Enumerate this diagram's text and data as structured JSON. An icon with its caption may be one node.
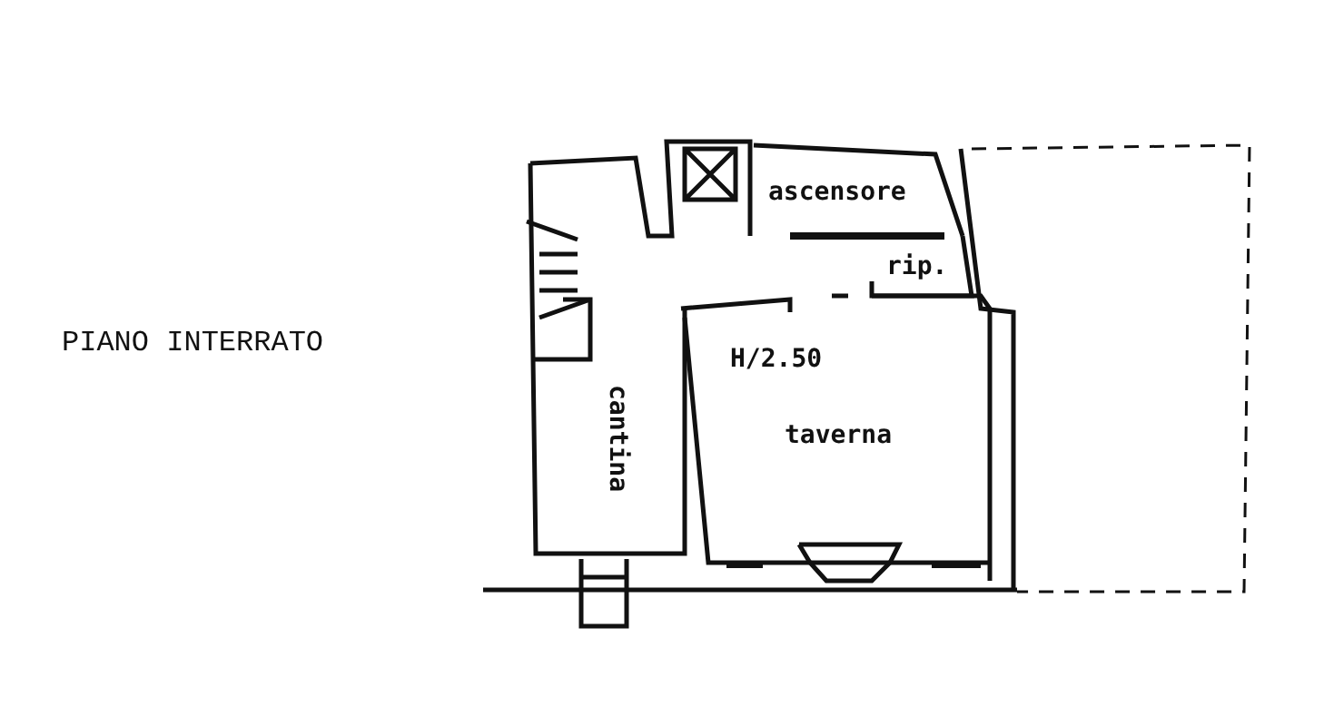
{
  "diagram": {
    "title": "PIANO INTERRATO",
    "nodes": [
      {
        "text": [
          "ascensore"
        ]
      },
      {
        "text": [
          "rip."
        ]
      },
      {
        "text": [
          "H/2.50",
          "taverna"
        ]
      },
      {
        "text": [
          "cantina"
        ]
      }
    ]
  }
}
